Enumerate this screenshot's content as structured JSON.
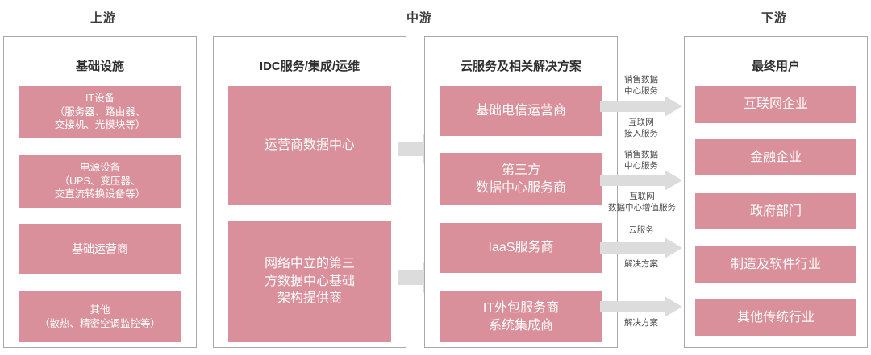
{
  "diagram": {
    "title_upstream": "上游",
    "title_midstream": "中游",
    "title_downstream": "下游"
  },
  "columns": [
    {
      "key": "upstream-infrastructure",
      "header": "基础设施",
      "boxes": [
        {
          "name": "it-equipment",
          "text": "IT设备\n（服务器、路由器、\n交接机、光模块等）"
        },
        {
          "name": "power-equipment",
          "text": "电源设备\n（UPS、变压器、\n交直流转换设备等）"
        },
        {
          "name": "basic-carrier",
          "text": "基础运营商"
        },
        {
          "name": "other-equipment",
          "text": "其他\n（散热、精密空调监控等）"
        }
      ]
    },
    {
      "key": "idc-service",
      "header": "IDC服务/集成/运维",
      "boxes": [
        {
          "name": "carrier-data-center",
          "text": "运营商数据中心"
        },
        {
          "name": "network-neutral-third-party",
          "text": "网络中立的第三\n方数据中心基础\n架构提供商"
        }
      ]
    },
    {
      "key": "cloud-service",
      "header": "云服务及相关解决方案",
      "boxes": [
        {
          "name": "basic-telecom-operator",
          "text": "基础电信运营商"
        },
        {
          "name": "third-party-data-center",
          "text": "第三方\n数据中心服务商"
        },
        {
          "name": "iaas-provider",
          "text": "IaaS服务商"
        },
        {
          "name": "it-outsourcing-integrator",
          "text": "IT外包服务商\n系统集成商"
        }
      ]
    },
    {
      "key": "end-users",
      "header": "最终用户",
      "boxes": [
        {
          "name": "internet-enterprise",
          "text": "互联网企业"
        },
        {
          "name": "financial-enterprise",
          "text": "金融企业"
        },
        {
          "name": "government-department",
          "text": "政府部门"
        },
        {
          "name": "manufacturing-software",
          "text": "制造及软件行业"
        },
        {
          "name": "other-traditional",
          "text": "其他传统行业"
        }
      ]
    }
  ],
  "connector_labels": [
    {
      "name": "label-sales-dc-service-1",
      "text": "销售数据\n中心服务"
    },
    {
      "name": "label-internet-access",
      "text": "互联网\n接入服务"
    },
    {
      "name": "label-sales-dc-service-2",
      "text": "销售数据\n中心服务"
    },
    {
      "name": "label-idc-value-added",
      "text": "互联网\n数据中心增值服务"
    },
    {
      "name": "label-cloud-service",
      "text": "云服务"
    },
    {
      "name": "label-solution-1",
      "text": "解决方案"
    },
    {
      "name": "label-solution-2",
      "text": "解决方案"
    }
  ],
  "colors": {
    "box_fill": "#d9909a",
    "box_text": "#ffffff",
    "arrow_fill": "#dcdcdc",
    "border": "#a9a9a9",
    "title_text": "#3b3b3b"
  }
}
